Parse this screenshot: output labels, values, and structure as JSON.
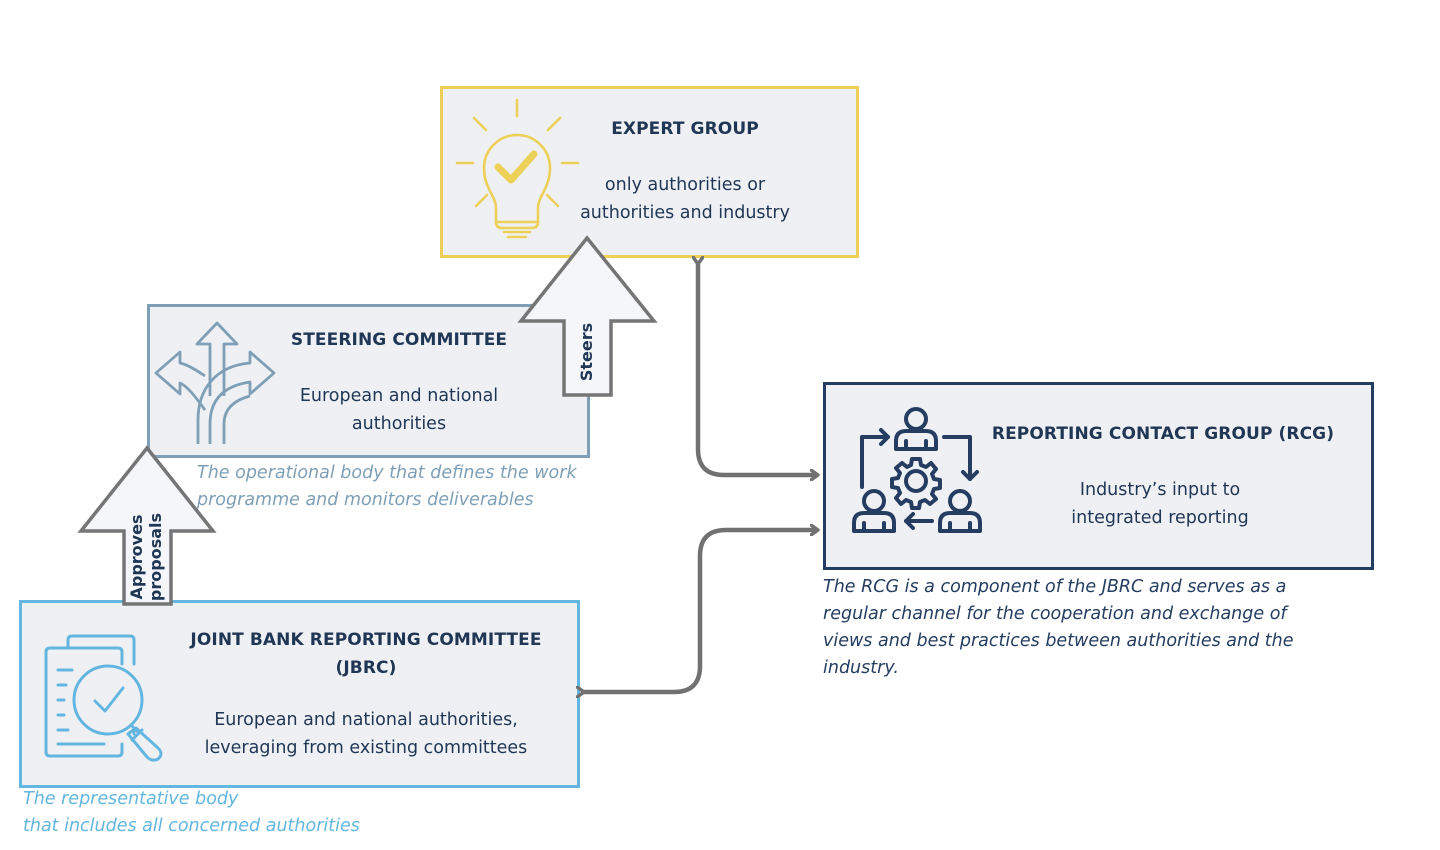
{
  "colors": {
    "expert": "#ecd058",
    "steering": "#7f9fb6",
    "jbrc": "#63b6df",
    "rcg": "#243d60",
    "connector": "#717171",
    "box_fill": "#eff0f4",
    "text": "#1f3654"
  },
  "expert_group": {
    "title": "EXPERT GROUP",
    "line1": "only authorities or",
    "line2": "authorities and industry",
    "icon": "lightbulb-check-icon"
  },
  "steering_committee": {
    "title": "STEERING COMMITTEE",
    "line1": "European and national",
    "line2": "authorities",
    "icon": "split-arrows-icon",
    "note_line1": "The operational body that defines the work",
    "note_line2": "programme and monitors deliverables"
  },
  "jbrc": {
    "title_line1": "JOINT BANK REPORTING COMMITTEE",
    "title_line2": "(JBRC)",
    "line1": "European and national authorities,",
    "line2": "leveraging from existing committees",
    "icon": "document-magnifier-check-icon",
    "note_line1": "The representative body",
    "note_line2": "that includes all concerned authorities"
  },
  "rcg": {
    "title": "REPORTING CONTACT GROUP (RCG)",
    "line1": "Industry’s input to",
    "line2": "integrated reporting",
    "icon": "team-cycle-gear-icon",
    "note_line1": "The RCG is a component of the JBRC and serves as a",
    "note_line2": "regular channel for the cooperation and exchange of",
    "note_line3": "views and best practices between authorities and the",
    "note_line4": "industry."
  },
  "arrows": {
    "steers_label": "Steers",
    "approves_line1": "Approves",
    "approves_line2": "proposals"
  }
}
